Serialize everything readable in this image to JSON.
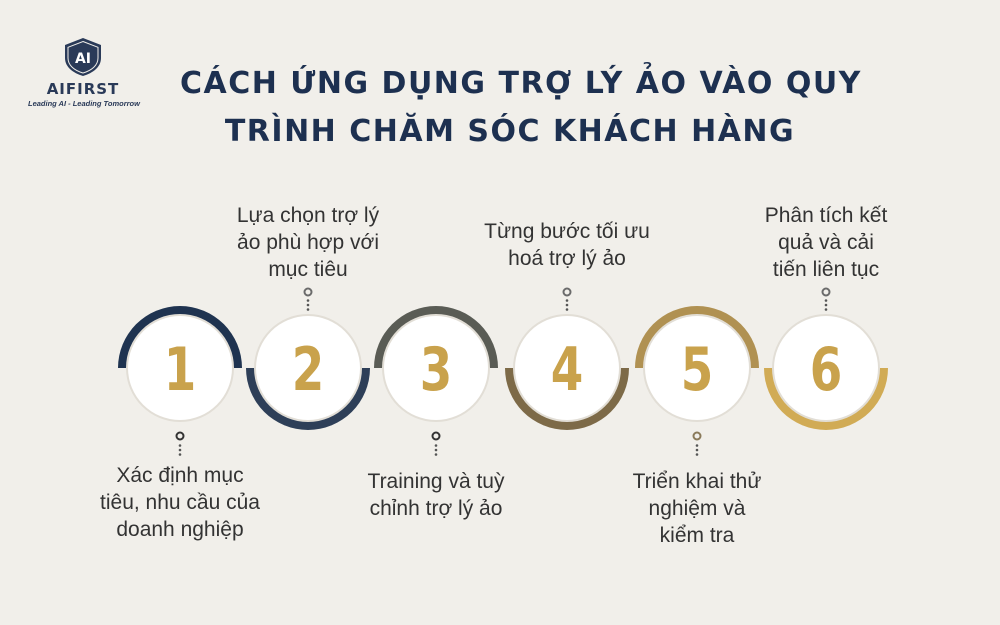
{
  "logo": {
    "badge_text": "AI",
    "name": "AIFIRST",
    "tagline": "Leading AI - Leading Tomorrow"
  },
  "title": {
    "line1": "CÁCH ỨNG DỤNG TRỢ LÝ ẢO VÀO QUY",
    "line2": "TRÌNH CHĂM SÓC KHÁCH HÀNG"
  },
  "colors": {
    "navy": "#1d3050",
    "gold": "#c9a24c",
    "background": "#f1efea"
  },
  "steps": [
    {
      "number": "1",
      "ring_color": "#1f3350",
      "ring_side": "top",
      "label": [
        "Xác định mục",
        "tiêu, nhu cầu của",
        "doanh nghiệp"
      ]
    },
    {
      "number": "2",
      "ring_color": "#2e3f58",
      "ring_side": "bottom",
      "label": [
        "Lựa chọn trợ lý",
        "ảo phù hợp với",
        "mục tiêu"
      ]
    },
    {
      "number": "3",
      "ring_color": "#5a5c55",
      "ring_side": "top",
      "label": [
        "Training và tuỳ",
        "chỉnh trợ lý ảo"
      ]
    },
    {
      "number": "4",
      "ring_color": "#7d6a48",
      "ring_side": "bottom",
      "label": [
        "Từng bước tối ưu",
        "hoá trợ lý ảo"
      ]
    },
    {
      "number": "5",
      "ring_color": "#b09152",
      "ring_side": "top",
      "label": [
        "Triển khai thử",
        "nghiệm và",
        "kiểm tra"
      ]
    },
    {
      "number": "6",
      "ring_color": "#d1ab55",
      "ring_side": "bottom",
      "label": [
        "Phân tích kết",
        "quả và cải",
        "tiến liên tục"
      ]
    }
  ]
}
